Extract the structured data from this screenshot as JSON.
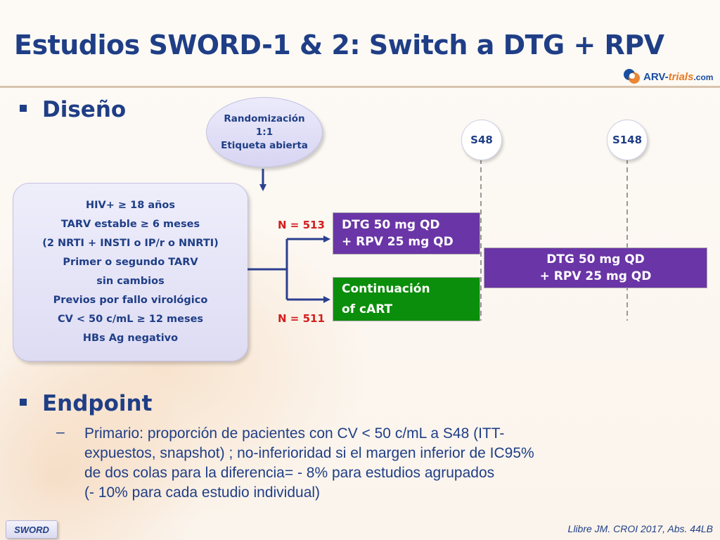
{
  "slide": {
    "title": "Estudios SWORD-1 & 2: Switch a DTG + RPV",
    "logo": {
      "part1": "ARV-",
      "part2": "trials",
      "part3": ".com"
    },
    "footer_tag": "SWORD",
    "citation": "Llibre JM. CROI 2017, Abs. 44LB"
  },
  "design": {
    "heading": "Diseño",
    "randomization": [
      "Randomización",
      "1:1",
      "Etiqueta abierta"
    ],
    "criteria": [
      "HIV+ ≥ 18 años",
      "TARV estable ≥ 6 meses",
      "(2 NRTI + INSTI o IP/r o NNRTI)",
      "Primer o segundo TARV",
      "sin cambios",
      "Previos por fallo virológico",
      "CV < 50 c/mL ≥ 12 meses",
      "HBs Ag negativo"
    ],
    "timepoints": [
      "S48",
      "S148"
    ],
    "arm1": {
      "n": "N = 513",
      "line1": "DTG 50 mg QD",
      "line2": "+ RPV 25 mg QD"
    },
    "arm2": {
      "n": "N = 511",
      "line1": "Continuación",
      "line2": "of cART"
    },
    "extension": {
      "line1": "DTG 50 mg QD",
      "line2": "+ RPV 25 mg QD"
    },
    "colors": {
      "navy": "#1f3e86",
      "purple": "#6a35a6",
      "green": "#0b8e0b",
      "red": "#d21e1e"
    }
  },
  "endpoint": {
    "heading": "Endpoint",
    "dash": "–",
    "lines": [
      "Primario: proporción de pacientes con CV < 50 c/mL a S48 (ITT-",
      "expuestos, snapshot) ; no-inferioridad si el margen inferior de IC95%",
      "de dos colas para la diferencia= - 8% para estudios agrupados",
      "(- 10% para cada estudio individual)"
    ]
  }
}
